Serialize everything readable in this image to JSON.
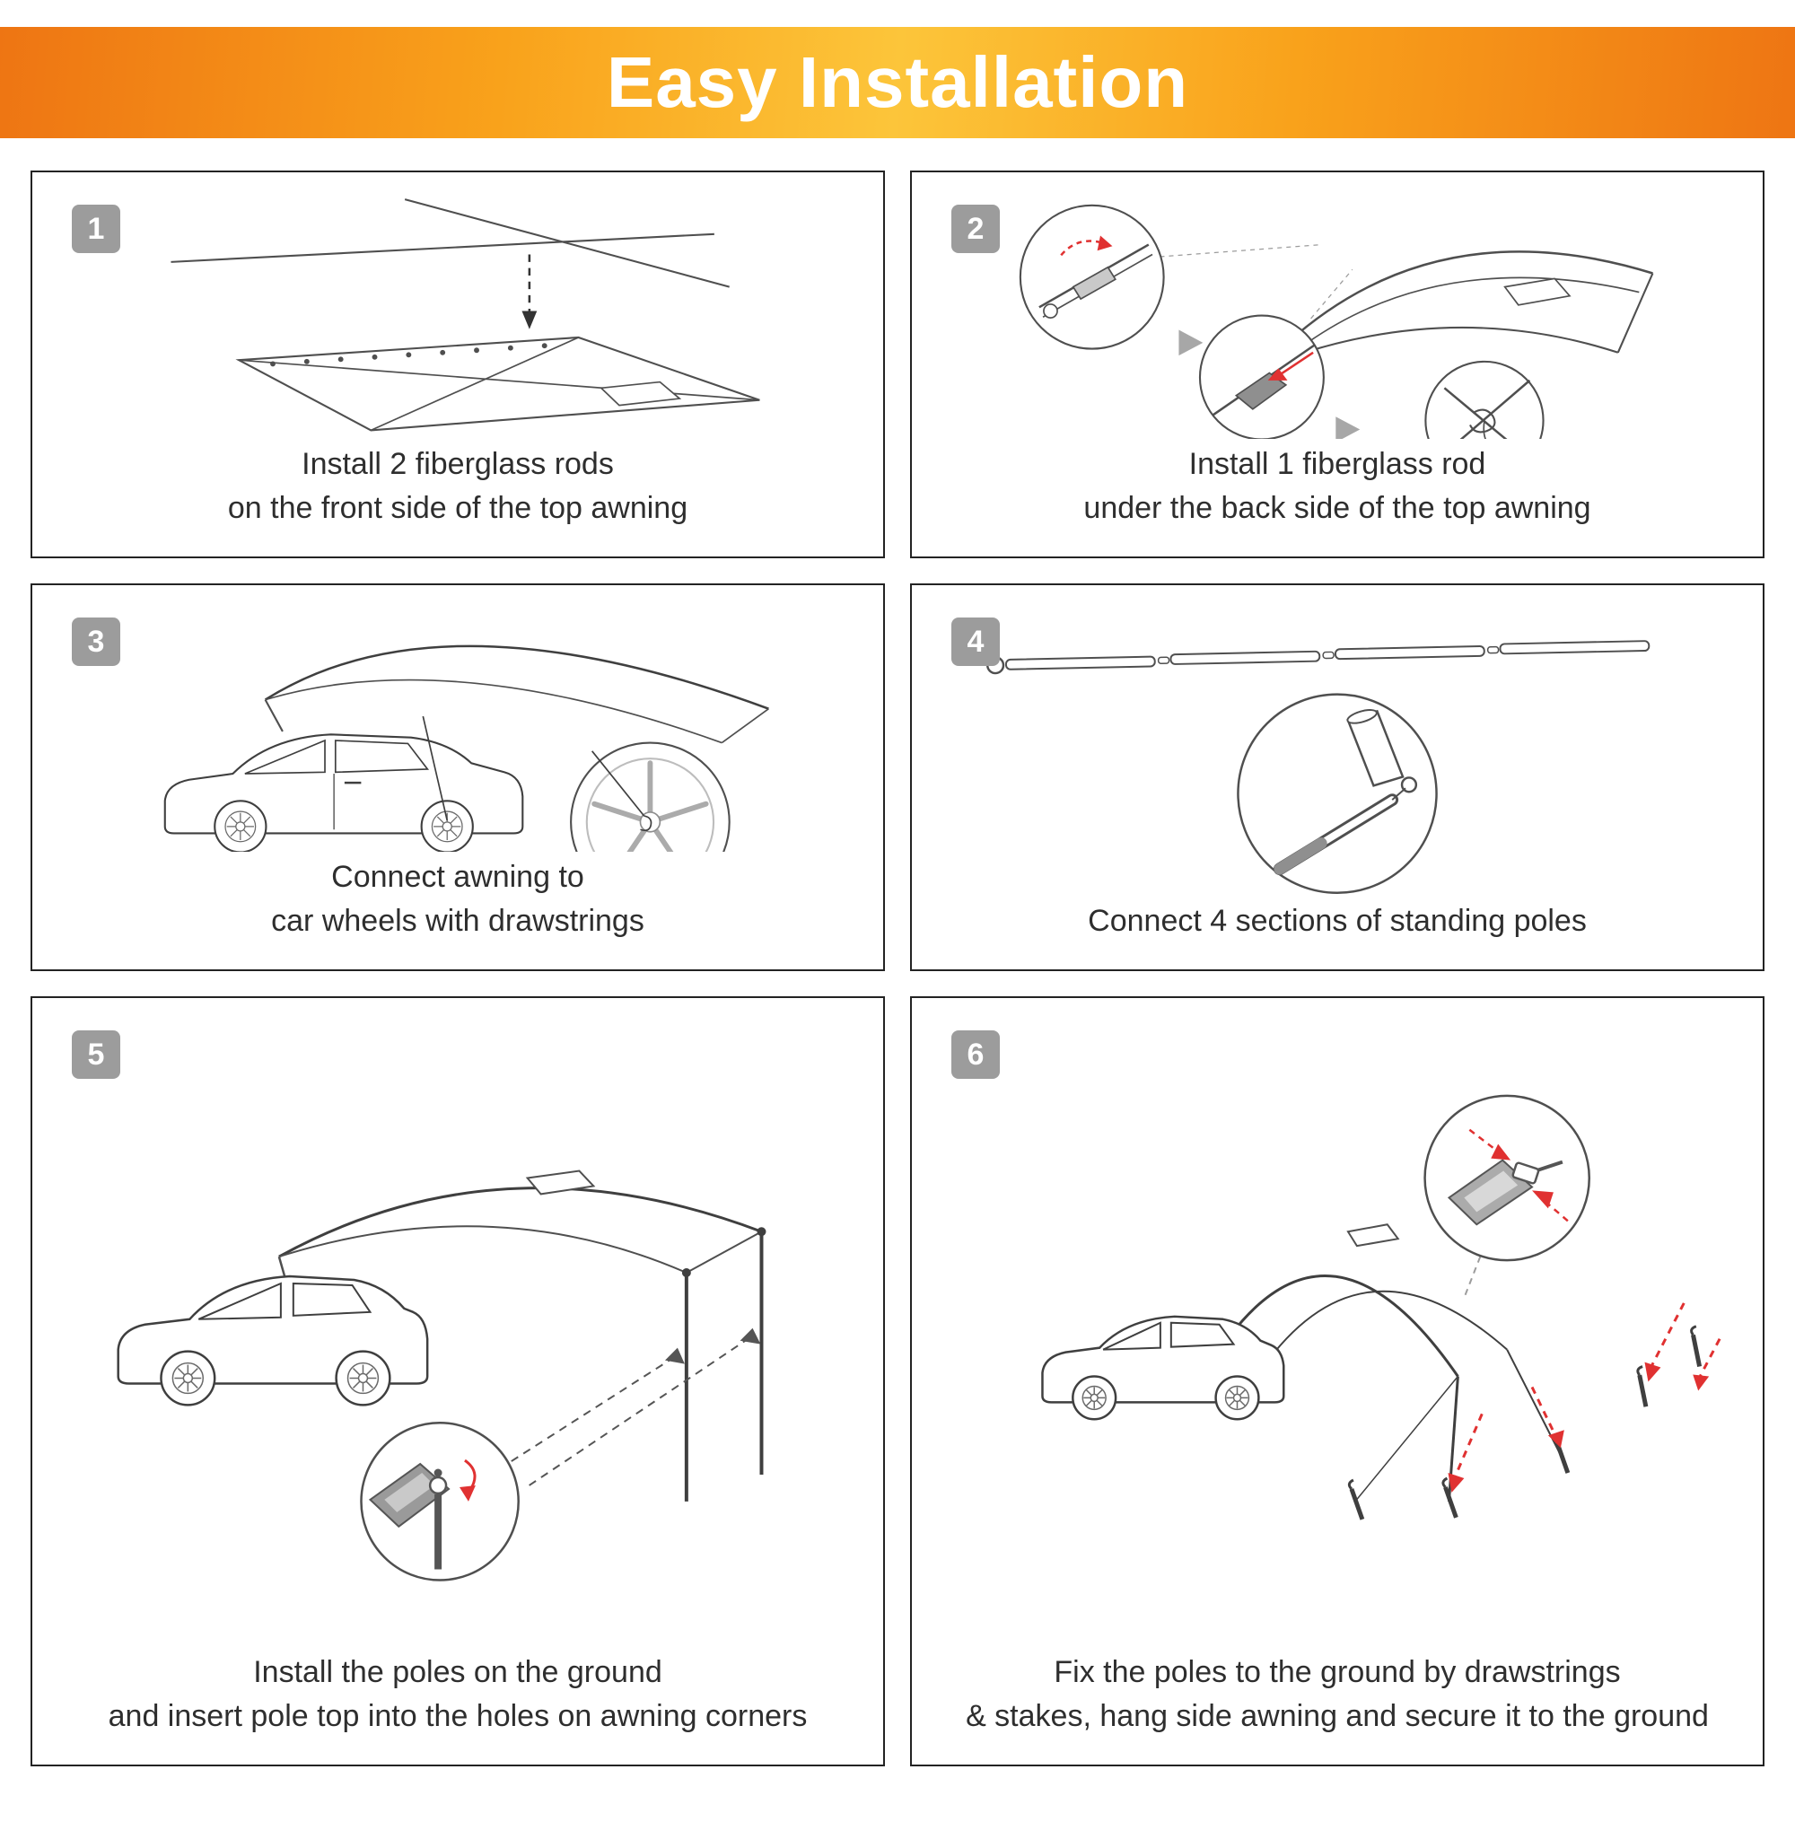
{
  "title": "Easy Installation",
  "colors": {
    "banner_edge": "#ee7513",
    "banner_mid": "#f9a21b",
    "banner_center": "#fcc53a",
    "badge_bg": "#9c9c9c",
    "accent_red": "#e03131",
    "text": "#2e2e2e"
  },
  "steps": [
    {
      "number": "1",
      "caption_line1": "Install 2 fiberglass rods",
      "caption_line2": "on the front side of the top awning"
    },
    {
      "number": "2",
      "caption_line1": "Install 1 fiberglass rod",
      "caption_line2": "under the back side of the top awning"
    },
    {
      "number": "3",
      "caption_line1": "Connect awning to",
      "caption_line2": "car wheels with drawstrings"
    },
    {
      "number": "4",
      "caption_line1": "Connect 4 sections of standing poles",
      "caption_line2": ""
    },
    {
      "number": "5",
      "caption_line1": "Install the poles on the ground",
      "caption_line2": "and insert pole top into the holes on awning corners"
    },
    {
      "number": "6",
      "caption_line1": "Fix the poles to the ground by drawstrings",
      "caption_line2": "& stakes, hang side awning and secure it to the ground"
    }
  ]
}
